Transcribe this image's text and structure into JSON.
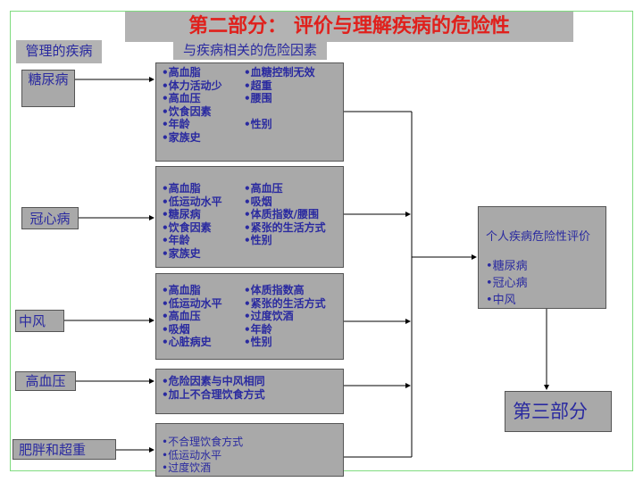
{
  "title": "第二部分：  评价与理解疾病的危险性",
  "header_left": "管理的疾病",
  "header_middle": "与疾病相关的危险因素",
  "diseases": [
    "糖尿病",
    "冠心病",
    "中风",
    "高血压",
    "肥胖和超重"
  ],
  "risk_boxes": [
    {
      "left": [
        "高血脂",
        "体力活动少",
        "高血压",
        "饮食因素",
        "年龄",
        "家族史"
      ],
      "right": [
        "血糖控制无效",
        "超重",
        "腰围",
        "",
        "性别"
      ]
    },
    {
      "left": [
        "高血脂",
        "低运动水平",
        "糖尿病",
        "饮食因素",
        "年龄",
        "家族史"
      ],
      "right": [
        "高血压",
        "吸烟",
        "体质指数/腰围",
        "紧张的生活方式",
        "性别"
      ]
    },
    {
      "left": [
        "高血脂",
        "低运动水平",
        "高血压",
        "吸烟",
        "心脏病史"
      ],
      "right": [
        "体质指数高",
        "紧张的生活方式",
        "过度饮酒",
        "年龄",
        "性别"
      ]
    },
    {
      "left": [
        "危险因素与中风相同",
        "加上不合理饮食方式"
      ],
      "right": []
    },
    {
      "left": [
        "不合理饮食方式",
        "低运动水平",
        "过度饮酒"
      ],
      "right": []
    }
  ],
  "assessment": {
    "title": "个人疾病危险性评价",
    "items": [
      "糖尿病",
      "冠心病",
      "中风"
    ]
  },
  "next_part": "第三部分"
}
